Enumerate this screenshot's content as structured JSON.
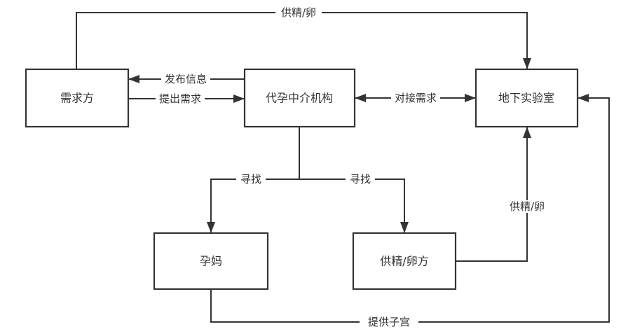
{
  "diagram": {
    "stroke_color": "#333333",
    "nodes": {
      "demander": {
        "label": "需求方"
      },
      "agency": {
        "label": "代孕中介机构"
      },
      "lab": {
        "label": "地下实验室"
      },
      "surrogate": {
        "label": "孕妈"
      },
      "donor": {
        "label": "供精/卵方"
      }
    },
    "edges": {
      "demander_to_lab": {
        "label": "供精/卵",
        "from": "需求方",
        "to": "地下实验室"
      },
      "agency_to_demander": {
        "label": "发布信息",
        "from": "代孕中介机构",
        "to": "需求方"
      },
      "demander_to_agency": {
        "label": "提出需求",
        "from": "需求方",
        "to": "代孕中介机构"
      },
      "agency_lab": {
        "label": "对接需求",
        "from": "代孕中介机构",
        "to": "地下实验室",
        "bidirectional": true
      },
      "agency_to_surrogate": {
        "label": "寻找",
        "from": "代孕中介机构",
        "to": "孕妈"
      },
      "agency_to_donor": {
        "label": "寻找",
        "from": "代孕中介机构",
        "to": "供精/卵方"
      },
      "donor_to_lab": {
        "label": "供精/卵",
        "from": "供精/卵方",
        "to": "地下实验室"
      },
      "surrogate_to_lab": {
        "label": "提供子宫",
        "from": "孕妈",
        "to": "地下实验室"
      }
    }
  }
}
